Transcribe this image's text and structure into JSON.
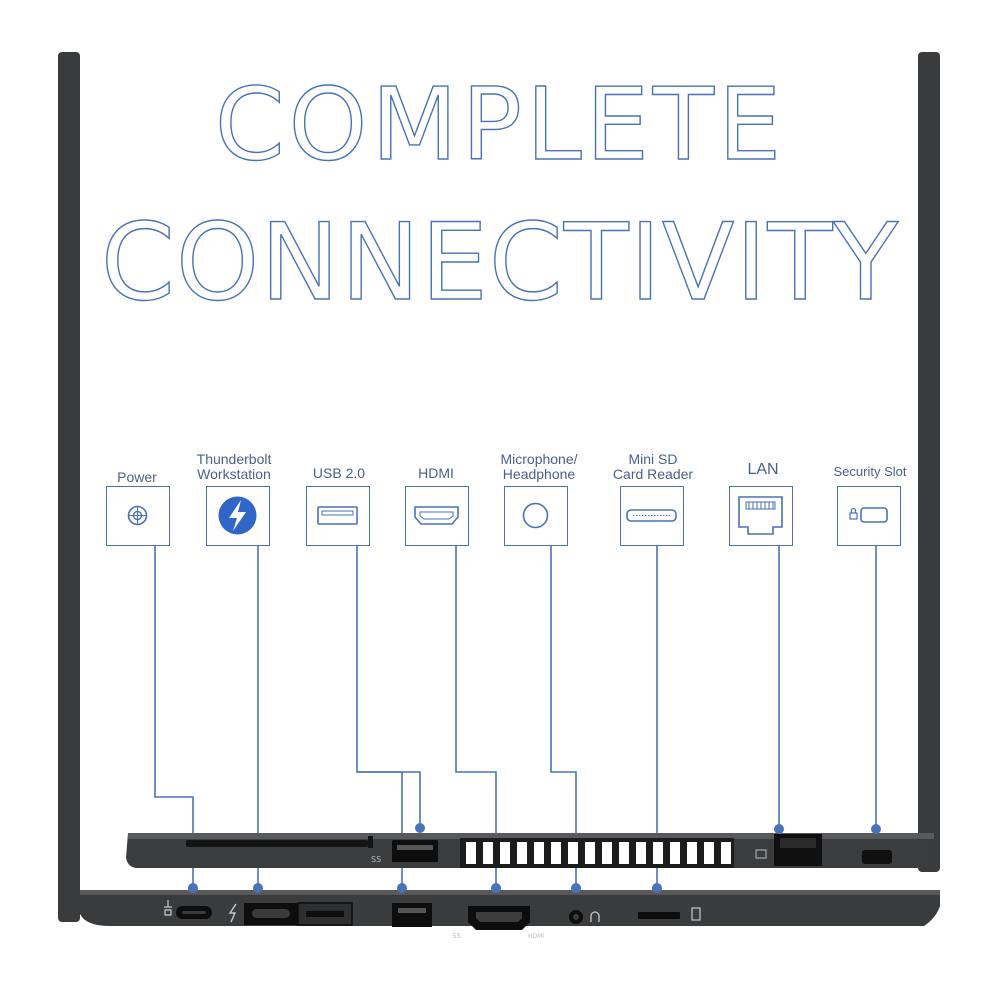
{
  "headline": {
    "line1": "COMPLETE",
    "line2": "CONNECTIVITY"
  },
  "ports": [
    {
      "id": "power",
      "label_line1": "Power",
      "label_line2": "",
      "icon": "power-dc-icon"
    },
    {
      "id": "thunderbolt",
      "label_line1": "Thunderbolt",
      "label_line2": "Workstation",
      "icon": "thunderbolt-icon"
    },
    {
      "id": "usb",
      "label_line1": "USB 2.0",
      "label_line2": "",
      "icon": "usb-port-icon"
    },
    {
      "id": "hdmi",
      "label_line1": "HDMI",
      "label_line2": "",
      "icon": "hdmi-port-icon"
    },
    {
      "id": "audio",
      "label_line1": "Microphone/",
      "label_line2": "Headphone",
      "icon": "audio-jack-icon"
    },
    {
      "id": "sd",
      "label_line1": "Mini SD",
      "label_line2": "Card Reader",
      "icon": "sd-card-slot-icon"
    },
    {
      "id": "lan",
      "label_line1": "LAN",
      "label_line2": "",
      "icon": "ethernet-port-icon"
    },
    {
      "id": "security",
      "label_line1": "Security Slot",
      "label_line2": "",
      "icon": "security-lock-icon"
    }
  ],
  "laptop_side_labels": {
    "hdmi_print": "HDMI",
    "usb_print": "SS"
  },
  "colors": {
    "accent": "#4a72b8",
    "chassis": "#3a3b3d",
    "chassis_dark": "#2b2c2e",
    "port": "#111111"
  }
}
